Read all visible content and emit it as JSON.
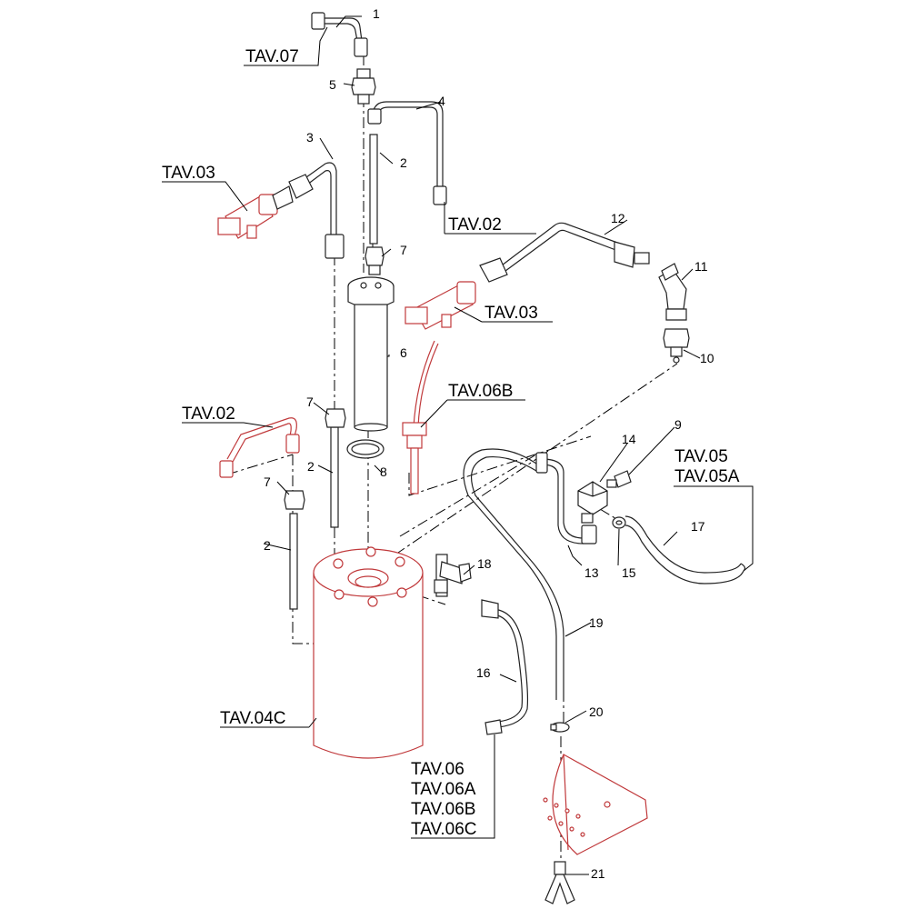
{
  "part_numbers": {
    "n1": "1",
    "n2a": "2",
    "n2b": "2",
    "n2c": "2",
    "n3": "3",
    "n4": "4",
    "n5": "5",
    "n6": "6",
    "n7a": "7",
    "n7b": "7",
    "n7c": "7",
    "n8": "8",
    "n9": "9",
    "n10": "10",
    "n11": "11",
    "n12": "12",
    "n13": "13",
    "n14": "14",
    "n15": "15",
    "n16": "16",
    "n17": "17",
    "n18": "18",
    "n19": "19",
    "n20": "20",
    "n21": "21"
  },
  "references": {
    "tav07": "TAV.07",
    "tav03a": "TAV.03",
    "tav02a": "TAV.02",
    "tav03b": "TAV.03",
    "tav06b": "TAV.06B",
    "tav02b": "TAV.02",
    "tav05": "TAV.05",
    "tav05a": "TAV.05A",
    "tav04c": "TAV.04C",
    "tav06": "TAV.06",
    "tav06a": "TAV.06A",
    "tav06b2": "TAV.06B",
    "tav06c": "TAV.06C"
  },
  "colors": {
    "highlight": "#c0393b",
    "line": "#000000"
  }
}
